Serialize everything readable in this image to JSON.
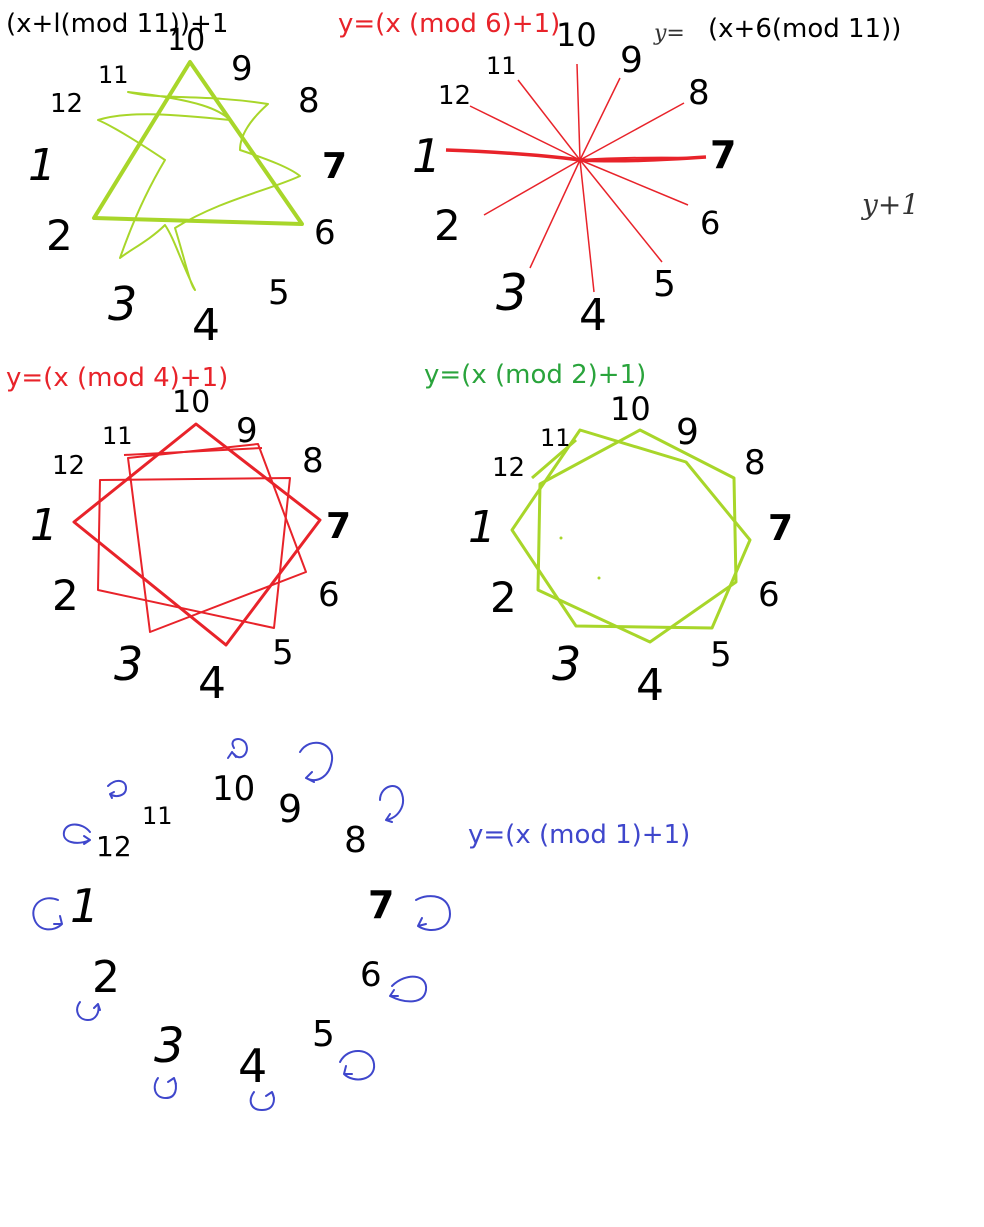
{
  "colors": {
    "black": "#000000",
    "red": "#e8232a",
    "green": "#2aa43c",
    "lime": "#a8d62a",
    "blue": "#3f47cc"
  },
  "labels": {
    "top_left": "(x+l(mod 11))+1",
    "top_middle": "y=(x (mod 6)+1)",
    "top_right_prefix": "y=",
    "top_right": "(x+6(mod 11))",
    "side_note": "y+1",
    "middle_left": "y=(x (mod 4)+1)",
    "middle_right": "y=(x (mod 2)+1)",
    "bottom": "y=(x (mod 1)+1)"
  },
  "clock_numbers": [
    "1",
    "2",
    "3",
    "4",
    "5",
    "6",
    "7",
    "8",
    "9",
    "10",
    "11",
    "12"
  ]
}
